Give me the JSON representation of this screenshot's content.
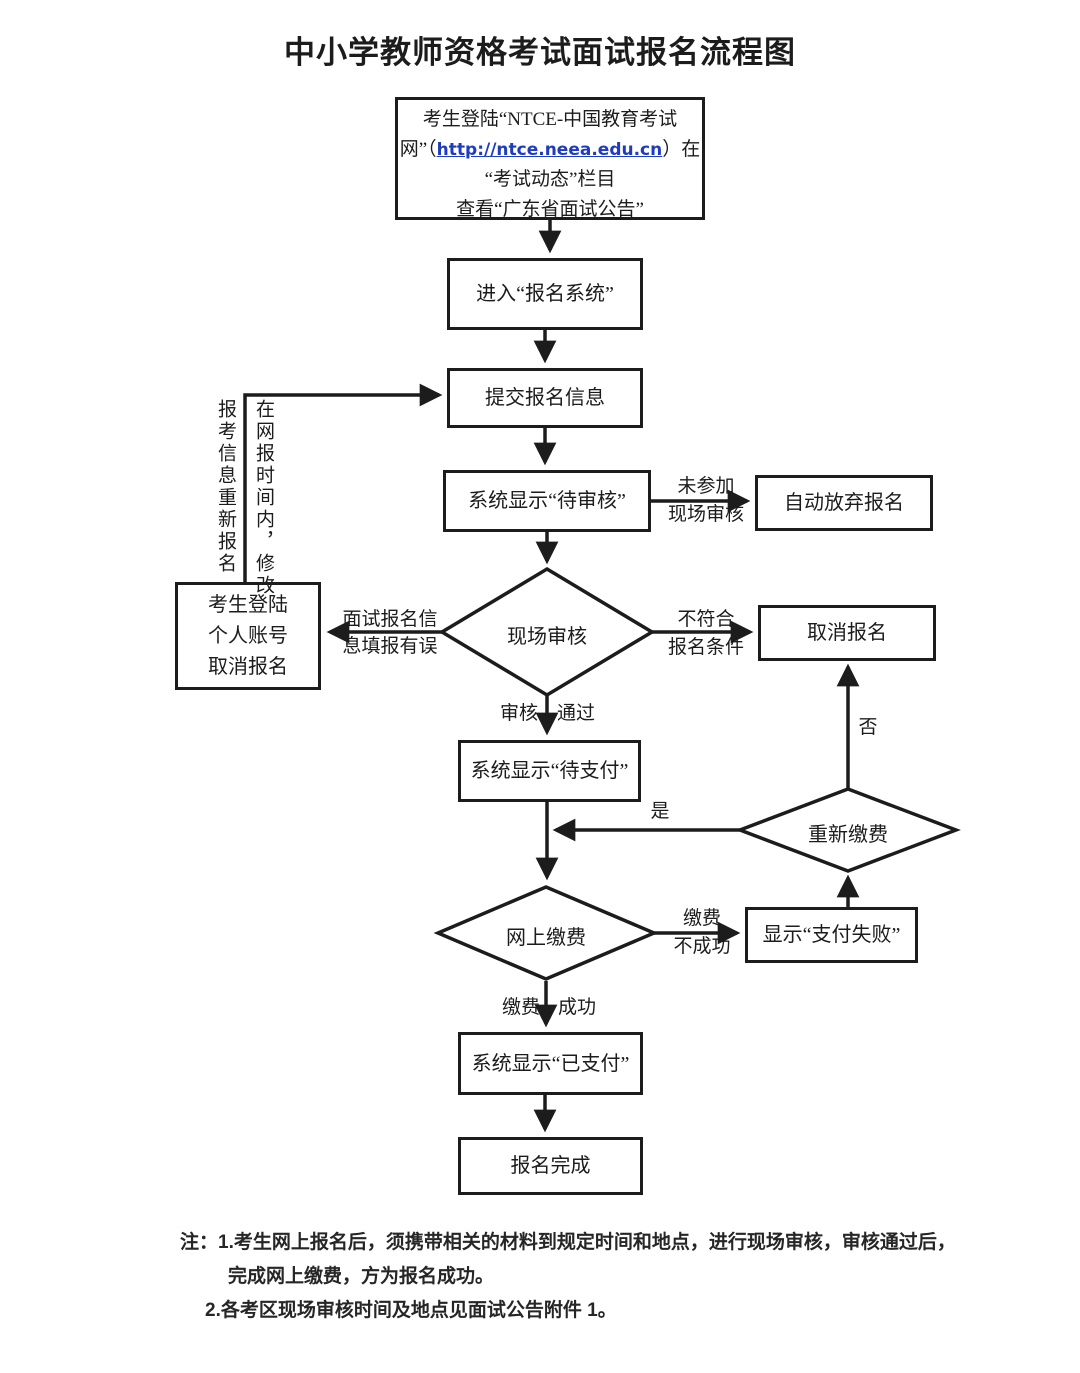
{
  "title": "中小学教师资格考试面试报名流程图",
  "colors": {
    "line": "#1c1c1c",
    "link": "#1e3cc0",
    "background": "#ffffff"
  },
  "nodes": {
    "login_portal": {
      "line1": "考生登陆“NTCE-中国教育考试",
      "line2_prefix": "网”（",
      "link": "http://ntce.neea.edu.cn",
      "line2_suffix": "）在",
      "line3": "“考试动态”栏目",
      "line4": "查看“广东省面试公告”"
    },
    "enter_system": "进入“报名系统”",
    "submit_info": "提交报名信息",
    "pending_review": "系统显示“待审核”",
    "auto_abandon": "自动放弃报名",
    "onsite_review": "现场审核",
    "cancel_via_account": "考生登陆\n个人账号\n取消报名",
    "cancel_registration": "取消报名",
    "pending_payment": "系统显示“待支付”",
    "repay": "重新缴费",
    "online_payment": "网上缴费",
    "payment_failed": "显示“支付失败”",
    "paid": "系统显示“已支付”",
    "registration_complete": "报名完成"
  },
  "edge_labels": {
    "not_attended": "未参加\n现场审核",
    "modify_vertical_right": "在网报时间内，修改",
    "modify_vertical_left": "报考信息重新报名",
    "info_error": "面试报名信\n息填报有误",
    "not_qualified": "不符合\n报名条件",
    "review_pass_left": "审核",
    "review_pass_right": "通过",
    "yes": "是",
    "no": "否",
    "pay_fail": "缴费\n不成功",
    "pay_success_left": "缴费",
    "pay_success_right": "成功"
  },
  "notes": {
    "prefix": "注：",
    "line1": "1.考生网上报名后，须携带相关的材料到规定时间和地点，进行现场审核，审核通过后，",
    "line2": "完成网上缴费，方为报名成功。",
    "line3": "2.各考区现场审核时间及地点见面试公告附件 1。"
  }
}
